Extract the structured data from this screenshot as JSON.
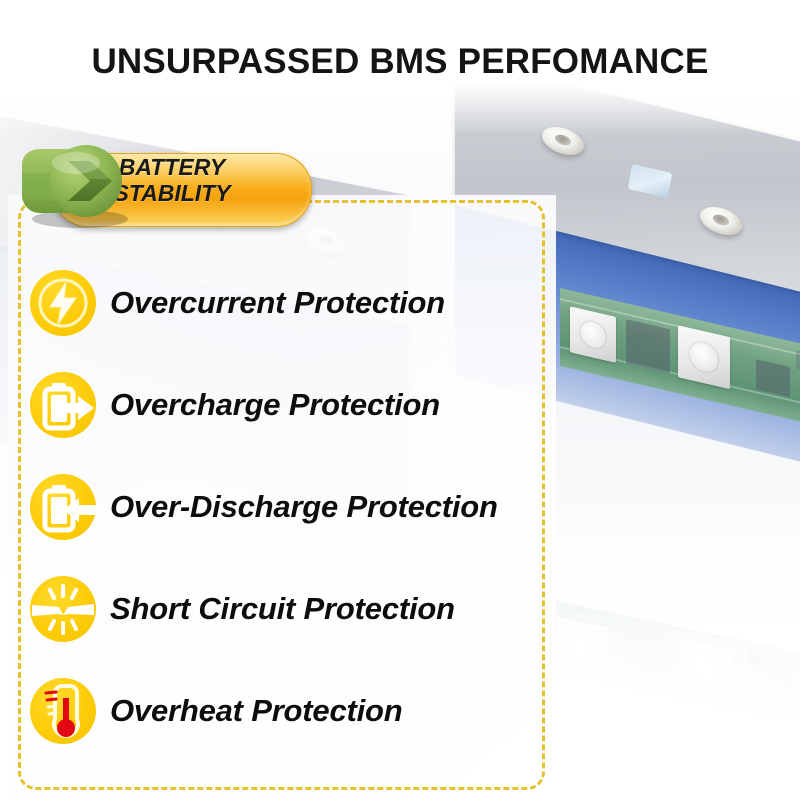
{
  "page": {
    "title": "UNSURPASSED BMS PERFOMANCE",
    "accent_yellow": "#FDCC08",
    "dashed_border_color": "#E6C12E",
    "text_color": "#0D0D0D",
    "badge_orange": "#F9B01C",
    "badge_green": "#7FB04A"
  },
  "badge": {
    "name": "battery-stability-badge",
    "line1": "BATTERY",
    "line2": "STABILITY",
    "icon": "green-leaf-chevron-icon"
  },
  "features": [
    {
      "icon": "lightning-bolt-icon",
      "label": "Overcurrent Protection"
    },
    {
      "icon": "battery-arrow-in-icon",
      "label": "Overcharge Protection"
    },
    {
      "icon": "battery-arrow-out-icon",
      "label": "Over-Discharge Protection"
    },
    {
      "icon": "broken-wire-spark-icon",
      "label": "Short Circuit Protection"
    },
    {
      "icon": "thermometer-icon",
      "label": "Overheat Protection"
    }
  ],
  "background": {
    "description": "prismatic-lifepo4-battery-cells-with-bms-circuit-board"
  }
}
